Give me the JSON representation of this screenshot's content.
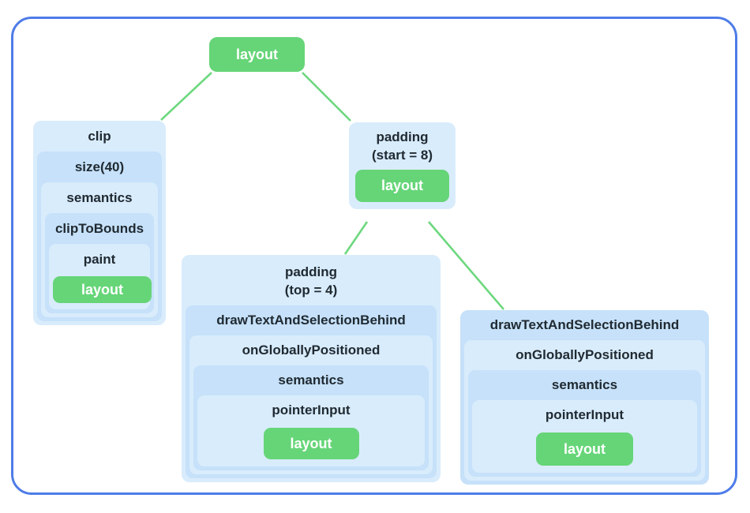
{
  "colors": {
    "green": "#66d578",
    "green_line": "#6dd87e",
    "blue_light": "#d9ecfc",
    "blue_dark": "#c6e1f9",
    "border_blue": "#4e7ce8",
    "text": "#202a32"
  },
  "nodes": {
    "root": {
      "label": "layout"
    },
    "clip": {
      "label": "clip",
      "modifiers": [
        "size(40)",
        "semantics",
        "clipToBounds",
        "paint"
      ],
      "leaf": "layout"
    },
    "padding_start": {
      "label_line1": "padding",
      "label_line2": "(start = 8)",
      "leaf": "layout"
    },
    "padding_top": {
      "label_line1": "padding",
      "label_line2": "(top = 4)",
      "modifiers": [
        "drawTextAndSelectionBehind",
        "onGloballyPositioned",
        "semantics",
        "pointerInput"
      ],
      "leaf": "layout"
    },
    "draw_text": {
      "label": "drawTextAndSelectionBehind",
      "modifiers": [
        "onGloballyPositioned",
        "semantics",
        "pointerInput"
      ],
      "leaf": "layout"
    }
  }
}
